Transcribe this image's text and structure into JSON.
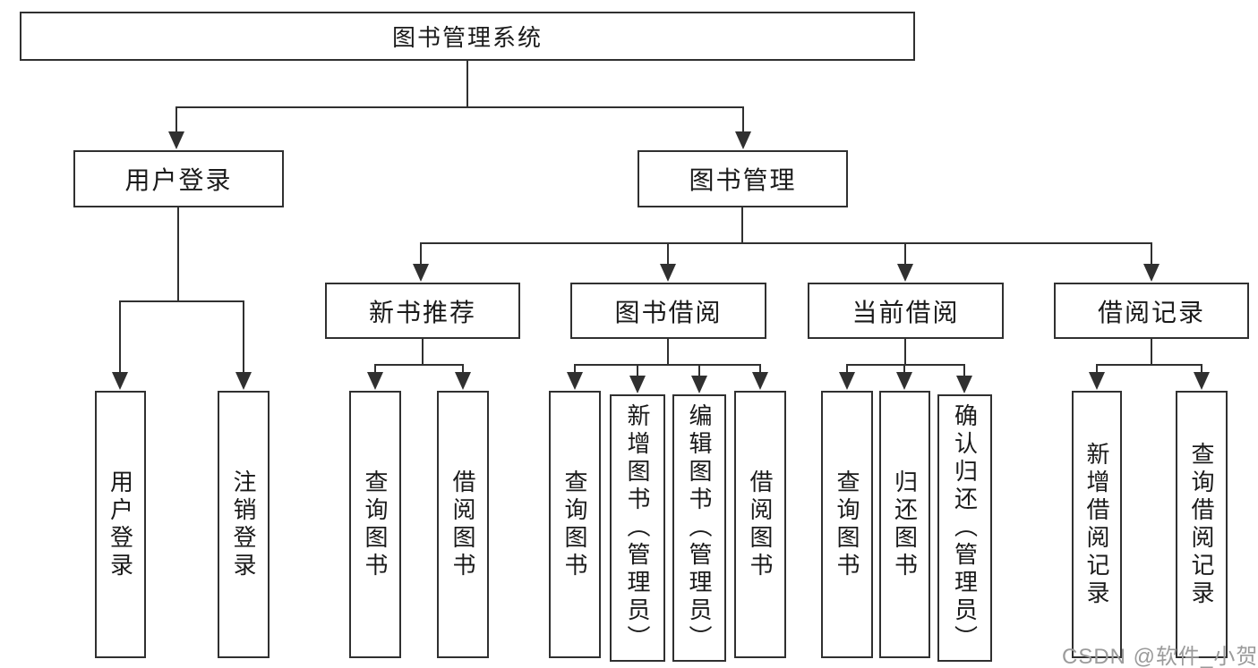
{
  "colors": {
    "line": "#303030",
    "box_border": "#303030",
    "background": "#ffffff",
    "text": "#1a1a1a",
    "watermark_text": "#9b9b9b"
  },
  "watermark": {
    "text": "CSDN @软件_小贺同学"
  },
  "tree": {
    "root": "图书管理系统",
    "branches": [
      {
        "label": "用户登录",
        "children": [
          "用户登录",
          "注销登录"
        ]
      },
      {
        "label": "图书管理",
        "children": [
          {
            "label": "新书推荐",
            "children": [
              "查询图书",
              "借阅图书"
            ]
          },
          {
            "label": "图书借阅",
            "children": [
              "查询图书",
              "新增图书（管理员）",
              "编辑图书（管理员）",
              "借阅图书"
            ]
          },
          {
            "label": "当前借阅",
            "children": [
              "查询图书",
              "归还图书",
              "确认归还（管理员）"
            ]
          },
          {
            "label": "借阅记录",
            "children": [
              "新增借阅记录",
              "查询借阅记录"
            ]
          }
        ]
      }
    ]
  }
}
